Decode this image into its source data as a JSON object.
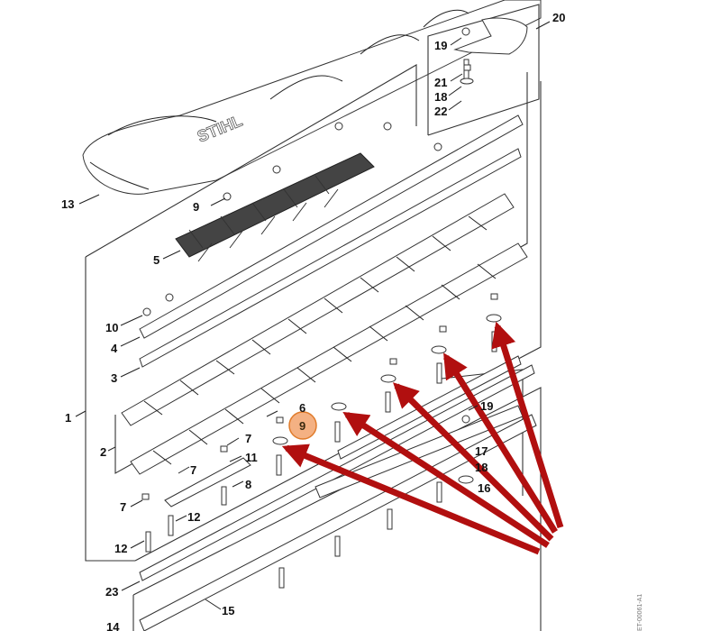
{
  "diagram": {
    "title": "STIHL hedge trimmer cutter bar – exploded parts view",
    "brand_mark": "STIHL",
    "reference_code": "ET-00061-A1",
    "highlight": {
      "part": "9",
      "color": "#f4b183",
      "border": "#e07b2a"
    },
    "arrow_color": "#b10f0f",
    "arrow_count": 5,
    "arrow_target_part": "9",
    "labels": [
      {
        "id": "1",
        "text": "1"
      },
      {
        "id": "2",
        "text": "2"
      },
      {
        "id": "3",
        "text": "3"
      },
      {
        "id": "4",
        "text": "4"
      },
      {
        "id": "5",
        "text": "5"
      },
      {
        "id": "6",
        "text": "6"
      },
      {
        "id": "7a",
        "text": "7"
      },
      {
        "id": "7b",
        "text": "7"
      },
      {
        "id": "7c",
        "text": "7"
      },
      {
        "id": "8",
        "text": "8"
      },
      {
        "id": "9",
        "text": "9"
      },
      {
        "id": "10a",
        "text": "10"
      },
      {
        "id": "10b",
        "text": "10"
      },
      {
        "id": "11",
        "text": "11"
      },
      {
        "id": "12a",
        "text": "12"
      },
      {
        "id": "12b",
        "text": "12"
      },
      {
        "id": "13",
        "text": "13"
      },
      {
        "id": "14",
        "text": "14"
      },
      {
        "id": "15",
        "text": "15"
      },
      {
        "id": "16",
        "text": "16"
      },
      {
        "id": "17",
        "text": "17"
      },
      {
        "id": "18a",
        "text": "18"
      },
      {
        "id": "18b",
        "text": "18"
      },
      {
        "id": "19a",
        "text": "19"
      },
      {
        "id": "19b",
        "text": "19"
      },
      {
        "id": "20",
        "text": "20"
      },
      {
        "id": "21",
        "text": "21"
      },
      {
        "id": "22",
        "text": "22"
      },
      {
        "id": "23",
        "text": "23"
      }
    ]
  }
}
